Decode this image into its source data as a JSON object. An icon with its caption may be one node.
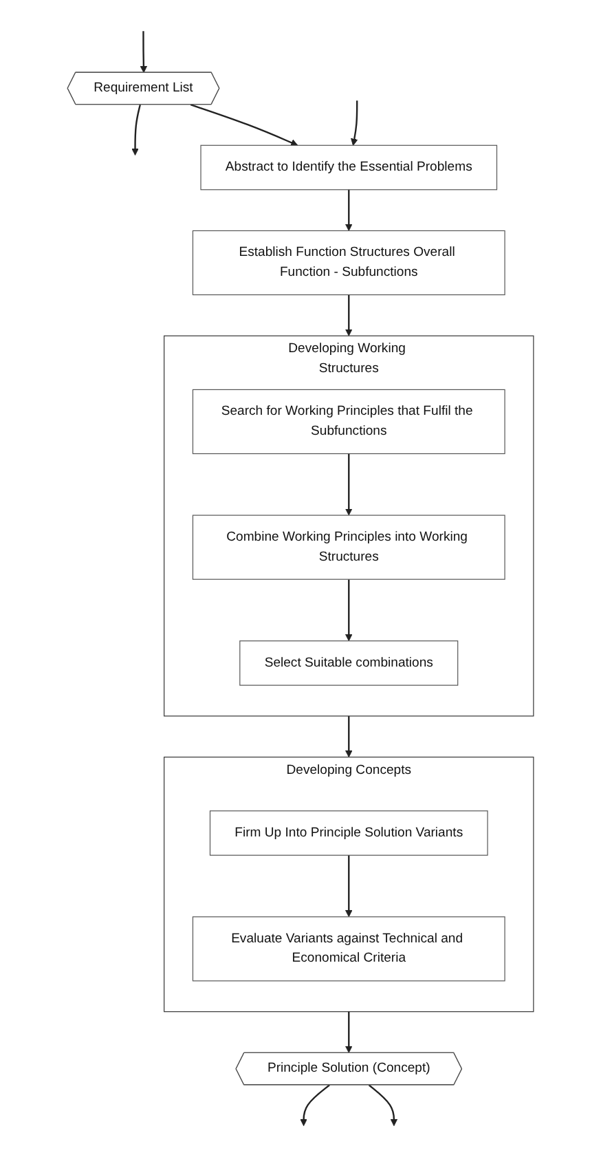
{
  "diagram": {
    "nodes": [
      {
        "text": [
          "Requirement List"
        ]
      },
      {
        "text": [
          "Abstract to Identify the Essential Problems"
        ]
      },
      {
        "text": [
          "Establish Function Structures Overall Function - Subfunctions"
        ]
      },
      {
        "text": [
          "Developing Working Structures"
        ]
      },
      {
        "text": [
          "Search for Working Principles that Fulfil the Subfunctions"
        ],
        "in": 3
      },
      {
        "text": [
          "Combine Working Principles into Working Structures"
        ],
        "in": 3
      },
      {
        "text": [
          "Select Suitable combinations"
        ],
        "in": 3
      },
      {
        "text": [
          "Developing Concepts"
        ]
      },
      {
        "text": [
          "Firm Up Into Principle Solution Variants"
        ],
        "in": 7
      },
      {
        "text": [
          "Evaluate Variants against Technical and Economical Criteria"
        ],
        "in": 7
      },
      {
        "text": [
          "Principle Solution (Concept)"
        ]
      }
    ],
    "edges": [
      {
        "from": null,
        "to": 0,
        "arrow": "to"
      },
      {
        "from": 0,
        "to": null,
        "arrow": "to"
      },
      {
        "from": 0,
        "to": 1,
        "arrow": "to"
      },
      {
        "from": null,
        "to": 1,
        "arrow": "to"
      },
      {
        "from": 1,
        "to": 2,
        "arrow": "to"
      },
      {
        "from": 2,
        "to": 3,
        "arrow": "to"
      },
      {
        "from": 4,
        "to": 5,
        "arrow": "to"
      },
      {
        "from": 5,
        "to": 6,
        "arrow": "to"
      },
      {
        "from": 3,
        "to": 7,
        "arrow": "to"
      },
      {
        "from": 8,
        "to": 9,
        "arrow": "to"
      },
      {
        "from": 7,
        "to": 10,
        "arrow": "to"
      },
      {
        "from": 10,
        "to": null,
        "arrow": "to"
      },
      {
        "from": 10,
        "to": null,
        "arrow": "to"
      }
    ]
  }
}
